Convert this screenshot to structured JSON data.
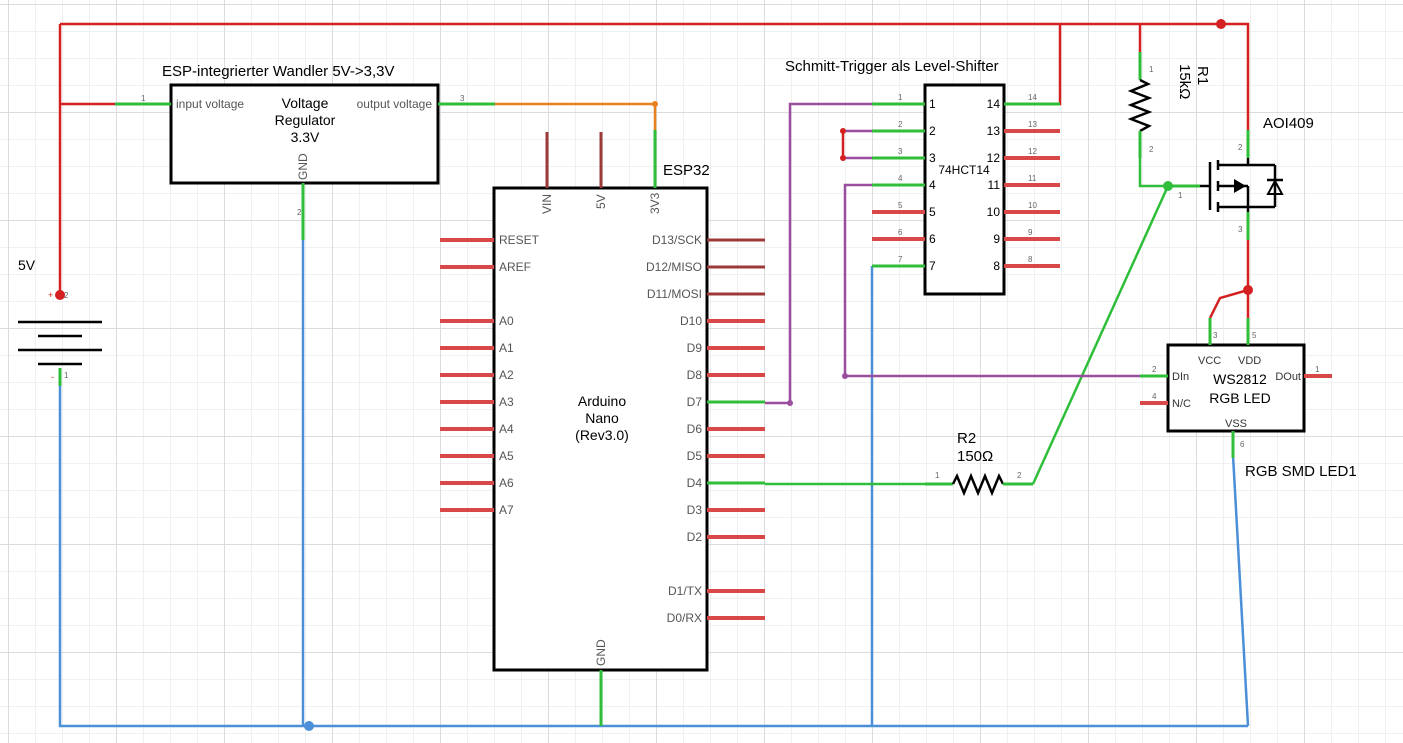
{
  "battery": {
    "label": "5V",
    "plus": "+",
    "minus": "-",
    "pin1": "1",
    "pin2": "2"
  },
  "regulator": {
    "title": "ESP-integrierter Wandler 5V->3,3V",
    "line1": "Voltage",
    "line2": "Regulator",
    "line3": "3.3V",
    "pin_in": "input voltage",
    "pin_out": "output voltage",
    "pin_gnd": "GND",
    "num_in": "1",
    "num_out": "3",
    "num_gnd": "2"
  },
  "nano": {
    "title": "ESP32",
    "line1": "Arduino",
    "line2": "Nano",
    "line3": "(Rev3.0)",
    "top_pins": [
      "VIN",
      "5V",
      "3V3"
    ],
    "bottom_pin": "GND",
    "left_pins": [
      "RESET",
      "AREF",
      "A0",
      "A1",
      "A2",
      "A3",
      "A4",
      "A5",
      "A6",
      "A7"
    ],
    "right_pins": [
      "D13/SCK",
      "D12/MISO",
      "D11/MOSI",
      "D10",
      "D9",
      "D8",
      "D7",
      "D6",
      "D5",
      "D4",
      "D3",
      "D2",
      "D1/TX",
      "D0/RX"
    ]
  },
  "schmitt": {
    "title": "Schmitt-Trigger als Level-Shifter",
    "part": "74HCT14",
    "left_pins": [
      "1",
      "2",
      "3",
      "4",
      "5",
      "6",
      "7"
    ],
    "right_pins": [
      "14",
      "13",
      "12",
      "11",
      "10",
      "9",
      "8"
    ]
  },
  "r1": {
    "name": "R1",
    "value": "15kΩ",
    "pin1": "1",
    "pin2": "2"
  },
  "mosfet": {
    "name": "AOI409",
    "pin1": "1",
    "pin2": "2",
    "pin3": "3"
  },
  "led": {
    "name": "RGB SMD LED1",
    "line1": "WS2812",
    "line2": "RGB LED",
    "pin_vcc": "VCC",
    "pin_vdd": "VDD",
    "pin_din": "DIn",
    "pin_nc": "N/C",
    "pin_dout": "DOut",
    "pin_vss": "VSS",
    "num_vcc": "3",
    "num_vdd": "5",
    "num_din": "2",
    "num_nc": "4",
    "num_dout": "1",
    "num_vss": "6"
  },
  "r2": {
    "name": "R2",
    "value": "150Ω",
    "pin1": "1",
    "pin2": "2"
  },
  "colors": {
    "power": "#d42020",
    "ground": "#4a8fd8",
    "signal": "#2fbe3a",
    "level": "#9a4f9e",
    "supply33": "#e8801e"
  }
}
